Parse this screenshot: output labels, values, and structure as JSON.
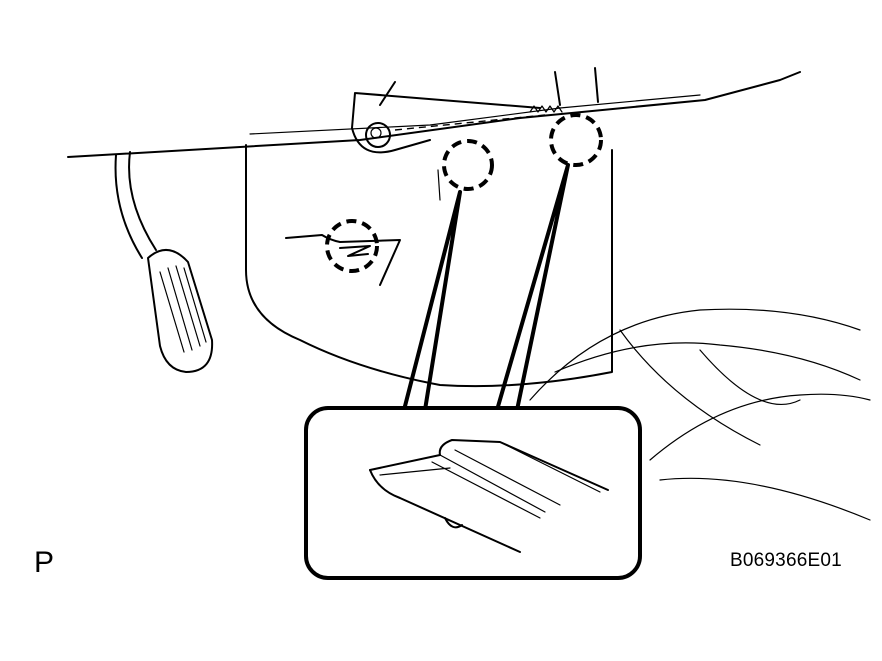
{
  "labels": {
    "view_label": "P",
    "figure_code": "B069366E01"
  },
  "callouts": [
    {
      "name": "clip-circle-left"
    },
    {
      "name": "clip-circle-right"
    },
    {
      "name": "clip-circle-center"
    }
  ],
  "colors": {
    "line": "#000000",
    "background": "#ffffff"
  }
}
